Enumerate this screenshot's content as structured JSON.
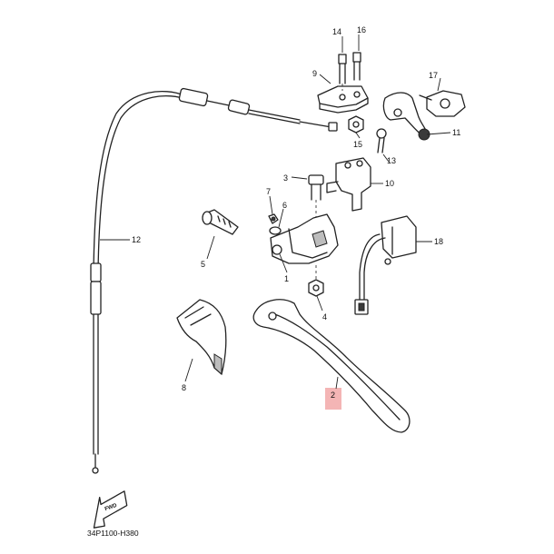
{
  "diagram": {
    "drawing_code": "34P1100-H380",
    "fwd_label": "FWD",
    "highlight_color": "#f4b5b5",
    "callouts": {
      "c1": "1",
      "c2": "2",
      "c3": "3",
      "c4": "4",
      "c5": "5",
      "c6": "6",
      "c7": "7",
      "c8": "8",
      "c9": "9",
      "c10": "10",
      "c11": "11",
      "c12": "12",
      "c13": "13",
      "c14": "14",
      "c15": "15",
      "c16": "16",
      "c17": "17",
      "c18": "18"
    }
  }
}
